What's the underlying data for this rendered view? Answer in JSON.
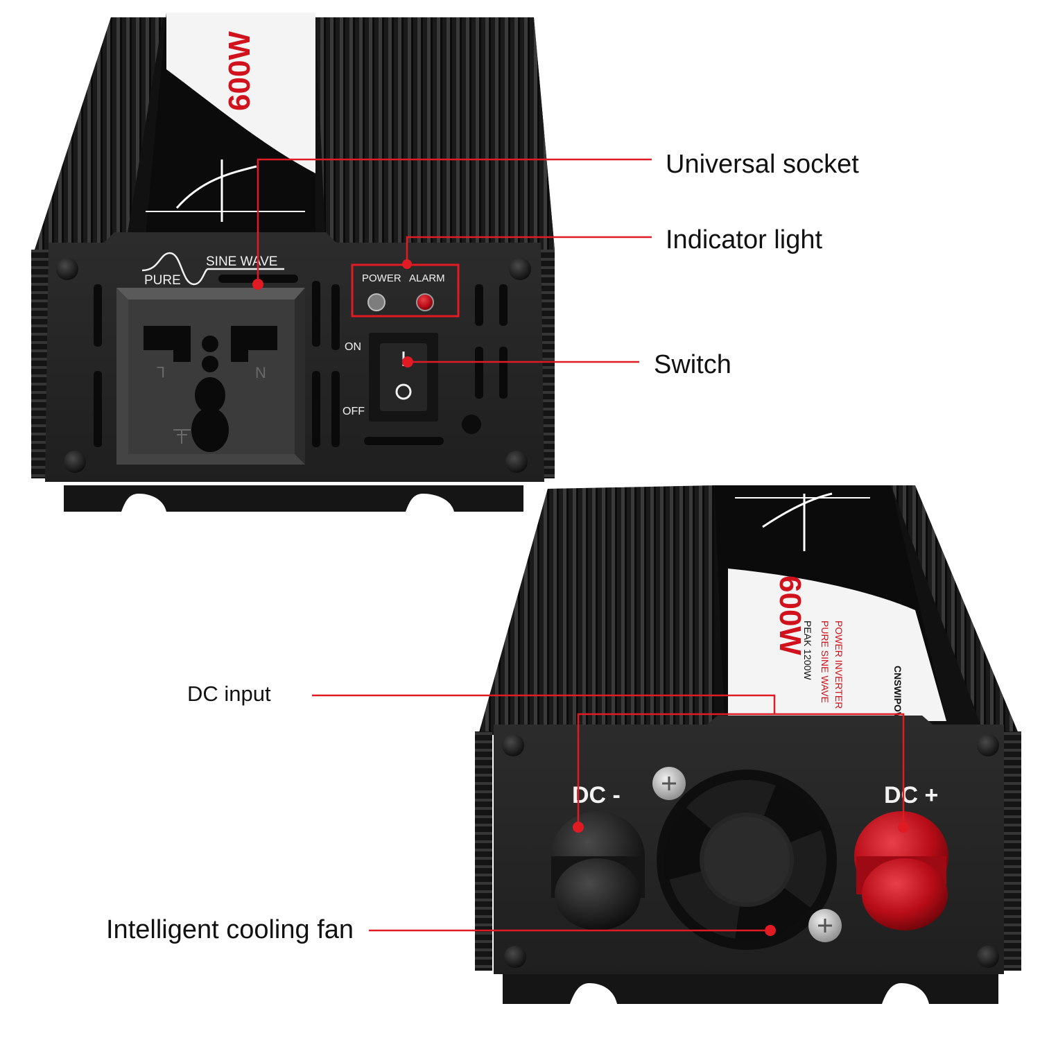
{
  "colors": {
    "callout_line": "#e01b24",
    "label_text": "#111111",
    "body": "#1c1c1c",
    "panel": "#262626",
    "socket": "#3a3a3a",
    "terminal_red": "#c4101c",
    "alarm_led": "#d3141c",
    "power_led": "#8c8c8c"
  },
  "callouts": {
    "universal_socket": "Universal socket",
    "indicator_light": "Indicator light",
    "switch": "Switch",
    "dc_input": "DC input",
    "cooling_fan": "Intelligent cooling fan"
  },
  "front_panel": {
    "wave_top": "SINE WAVE",
    "wave_bottom": "PURE",
    "power_led_label": "POWER",
    "alarm_led_label": "ALARM",
    "switch_on_label": "ON",
    "switch_off_label": "OFF",
    "switch_on_symbol": "I",
    "switch_off_symbol": "O",
    "socket_left_mark": "L",
    "socket_right_mark": "N"
  },
  "top_label": {
    "wattage": "600W",
    "line1": "POWER INVERTER",
    "line2": "PURE SINE WAVE",
    "line3": "PEAK 1200W",
    "brand": "CNSWIPOWER"
  },
  "back_panel": {
    "dc_minus_label": "DC -",
    "dc_plus_label": "DC +"
  },
  "icons": [
    "sine-wave-logo-icon",
    "screw-icon",
    "fan-icon",
    "ground-symbol-icon"
  ]
}
